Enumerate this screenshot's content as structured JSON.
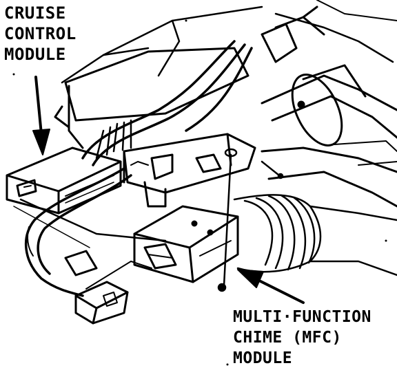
{
  "labels": {
    "cruise": [
      "CRUISE",
      "CONTROL",
      "MODULE"
    ],
    "mfc": [
      "MULTI·FUNCTION",
      "CHIME (MFC)",
      "MODULE"
    ]
  },
  "colors": {
    "ink": "#000000",
    "paper": "#ffffff"
  }
}
